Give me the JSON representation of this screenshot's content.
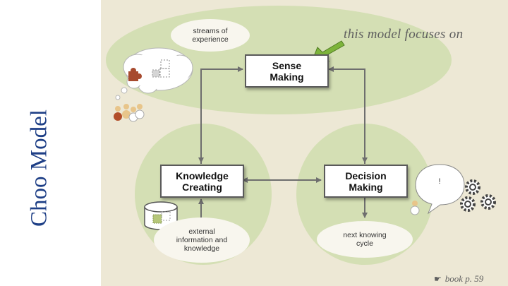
{
  "slide": {
    "title": "Choo Model"
  },
  "annotation": {
    "text": "this model focuses on"
  },
  "footer": {
    "marker": "☛",
    "text": "book p. 59"
  },
  "nodes": {
    "sense_making": "Sense\nMaking",
    "knowledge_creating": "Knowledge\nCreating",
    "decision_making": "Decision\nMaking"
  },
  "bubbles": {
    "streams": "streams of\nexperience",
    "external": "external\ninformation and\nknowledge",
    "next": "next knowing\ncycle",
    "speech": "!"
  },
  "colors": {
    "title": "#1e3f86",
    "panel": "#ede8d5",
    "ellipse": "#d4dfb4",
    "pointer": "#7db43b"
  },
  "icons": [
    "thought-cloud-icon",
    "puzzle-piece-icon",
    "people-group-icon",
    "database-icon",
    "person-icon",
    "speech-bubble-icon",
    "gears-icon",
    "pointer-arrow-icon"
  ]
}
